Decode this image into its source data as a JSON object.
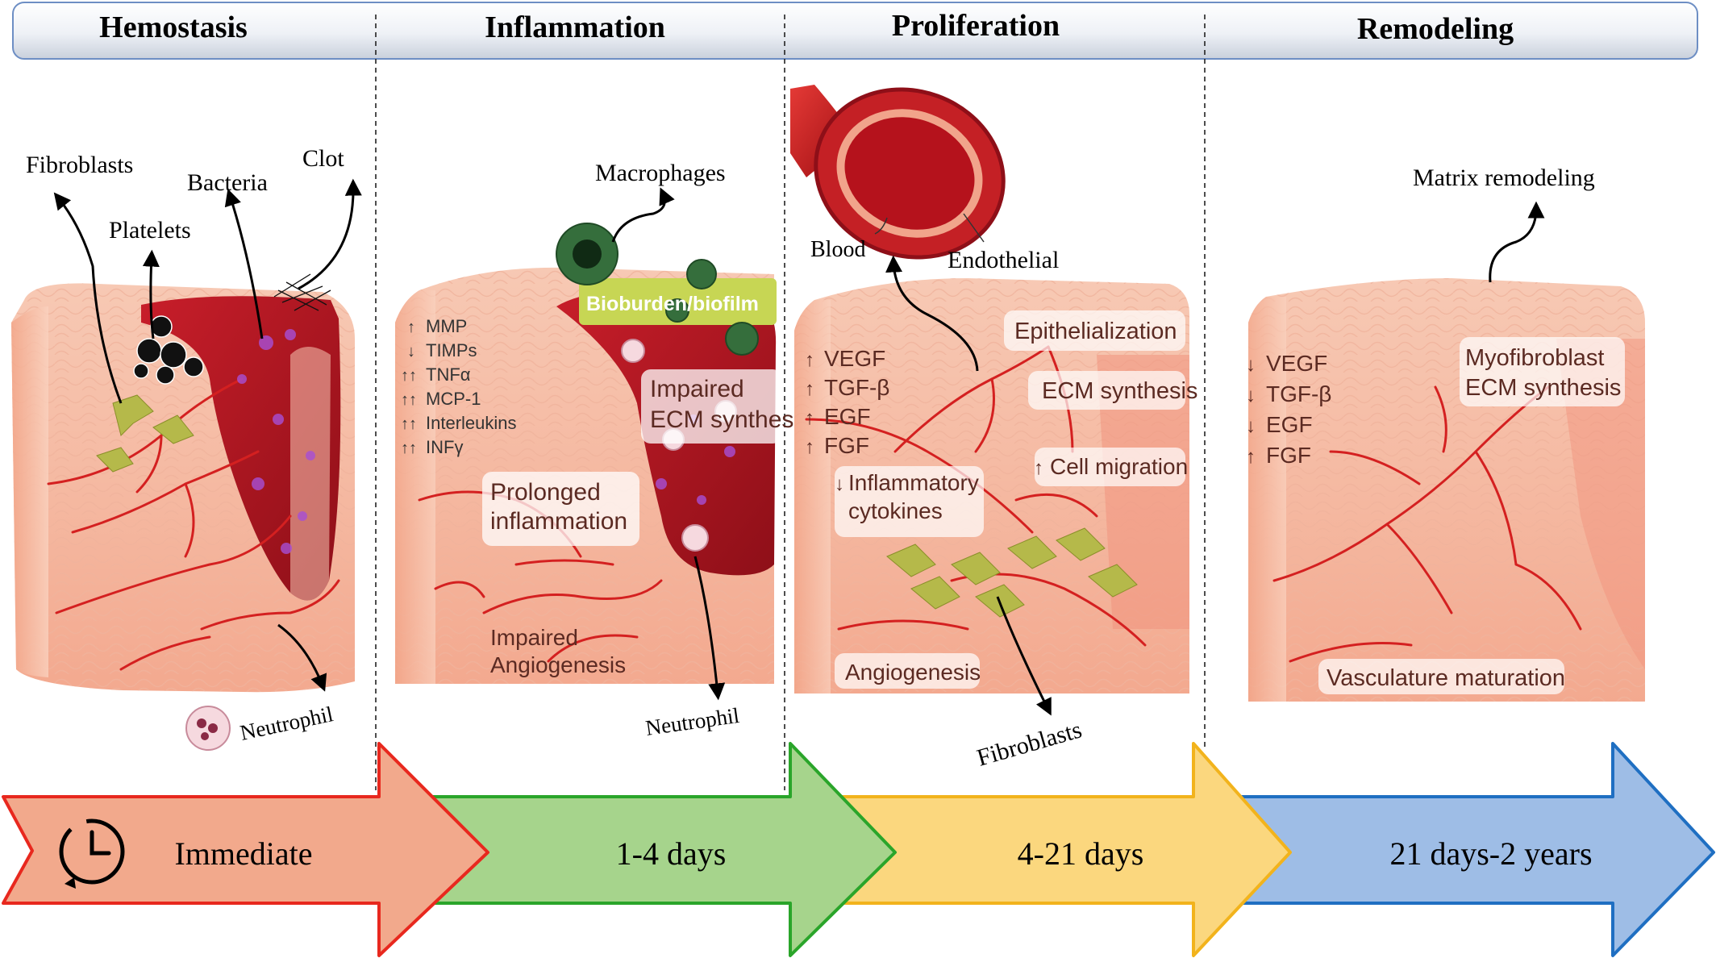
{
  "header": {
    "phases": [
      "Hemostasis",
      "Inflammation",
      "Proliferation",
      "Remodeling"
    ]
  },
  "timeline": {
    "durations": [
      "Immediate",
      "1-4 days",
      "4-21 days",
      "21 days-2 years"
    ],
    "colors": {
      "hemostasis_fill": "#f2a98c",
      "hemostasis_stroke": "#e8281e",
      "inflammation_fill": "#a6d48c",
      "inflammation_stroke": "#2aa52a",
      "proliferation_fill": "#fbd77e",
      "proliferation_stroke": "#f2b31c",
      "remodeling_fill": "#9ebde6",
      "remodeling_stroke": "#1f6fc2"
    },
    "clock_icon": "clock-icon"
  },
  "hemostasis": {
    "labels": {
      "fibroblasts": "Fibroblasts",
      "platelets": "Platelets",
      "bacteria": "Bacteria",
      "clot": "Clot",
      "neutrophil": "Neutrophil"
    }
  },
  "inflammation": {
    "labels": {
      "macrophages": "Macrophages",
      "bioburden": "Bioburden/biofilm",
      "impaired_ecm": [
        "Impaired",
        "ECM synthesis"
      ],
      "prolonged": [
        "Prolonged",
        "inflammation"
      ],
      "impaired_angio": [
        "Impaired",
        "Angiogenesis"
      ],
      "neutrophil": "Neutrophil"
    },
    "markers": [
      {
        "arrow": "↑",
        "name": "MMP"
      },
      {
        "arrow": "↓",
        "name": "TIMPs"
      },
      {
        "arrow": "↑↑",
        "name": "TNFα"
      },
      {
        "arrow": "↑↑",
        "name": "MCP-1"
      },
      {
        "arrow": "↑↑",
        "name": "Interleukins"
      },
      {
        "arrow": "↑↑",
        "name": "INFγ"
      }
    ]
  },
  "proliferation": {
    "labels": {
      "blood": "Blood",
      "endothelial": "Endothelial",
      "epithelialization": "Epithelialization",
      "ecm_synthesis": "ECM synthesis",
      "cell_migration": "Cell migration",
      "inflammatory": [
        "Inflammatory",
        "cytokines"
      ],
      "angiogenesis": "Angiogenesis",
      "fibroblasts": "Fibroblasts"
    },
    "markers": [
      {
        "arrow": "↑",
        "name": "VEGF"
      },
      {
        "arrow": "↑",
        "name": "TGF-β"
      },
      {
        "arrow": "↑",
        "name": "EGF"
      },
      {
        "arrow": "↑",
        "name": "FGF"
      }
    ],
    "migration_arrow": "↑",
    "inflammatory_arrow": "↓"
  },
  "remodeling": {
    "labels": {
      "matrix": "Matrix remodeling",
      "myofibroblast": [
        "Myofibroblast",
        "ECM synthesis"
      ],
      "vasculature": "Vasculature maturation"
    },
    "markers": [
      {
        "arrow": "↓",
        "name": "VEGF"
      },
      {
        "arrow": "↓",
        "name": "TGF-β"
      },
      {
        "arrow": "↓",
        "name": "EGF"
      },
      {
        "arrow": "↑",
        "name": "FGF"
      }
    ]
  }
}
